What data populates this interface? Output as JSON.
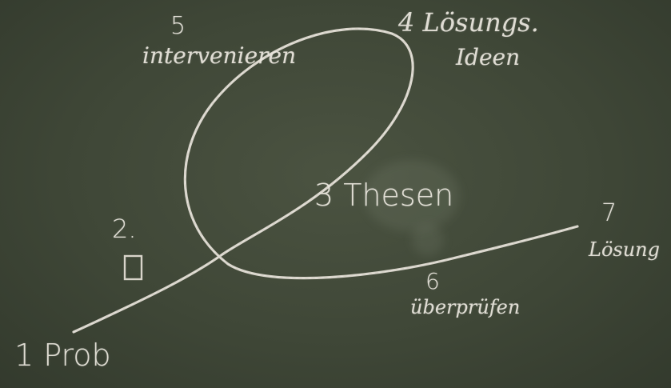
{
  "board": {
    "background_color": "#424a39",
    "chalk_color": "#ece8df"
  },
  "labels": {
    "step1": "1 Prob",
    "step2_number": "2.",
    "step3": "3 Thesen",
    "step4": "4 Lösungs.",
    "step4_line2": "Ideen",
    "step5_number": "5",
    "step5_word": "intervenieren",
    "step6_number": "6",
    "step6_word": "überprüfen",
    "step7_number": "7",
    "step7_word": "Lösung"
  }
}
